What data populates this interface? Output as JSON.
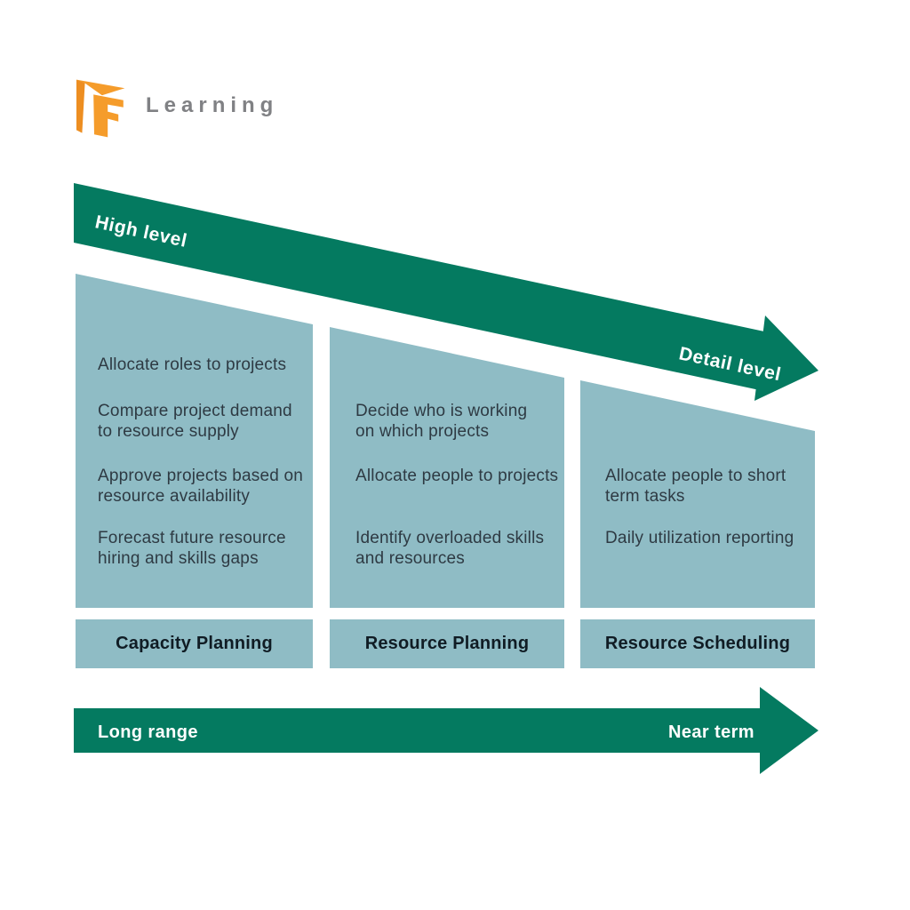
{
  "logo": {
    "brand": "Learning",
    "icon": "f-book-logo",
    "orange": "#F59C2B",
    "orange_dark": "#ED8E21",
    "gray": "#808184"
  },
  "colors": {
    "arrow_green": "#047A60",
    "panel_blue": "#8FBCC5",
    "body_text": "#2E3A43",
    "label_text": "#101C24"
  },
  "detail_arrow": {
    "start_label": "High level",
    "end_label": "Detail level"
  },
  "time_arrow": {
    "start_label": "Long range",
    "end_label": "Near term"
  },
  "columns": [
    {
      "label": "Capacity Planning",
      "items": [
        "Allocate roles to projects",
        "Compare project demand\nto resource supply",
        "Approve projects based on\nresource availability",
        "Forecast future resource\nhiring and skills gaps"
      ]
    },
    {
      "label": "Resource Planning",
      "items": [
        "Decide who is working\non which projects",
        "Allocate people to projects",
        "Identify overloaded skills\nand resources"
      ]
    },
    {
      "label": "Resource Scheduling",
      "items": [
        "Allocate people to short\nterm tasks",
        "Daily utilization reporting"
      ]
    }
  ]
}
